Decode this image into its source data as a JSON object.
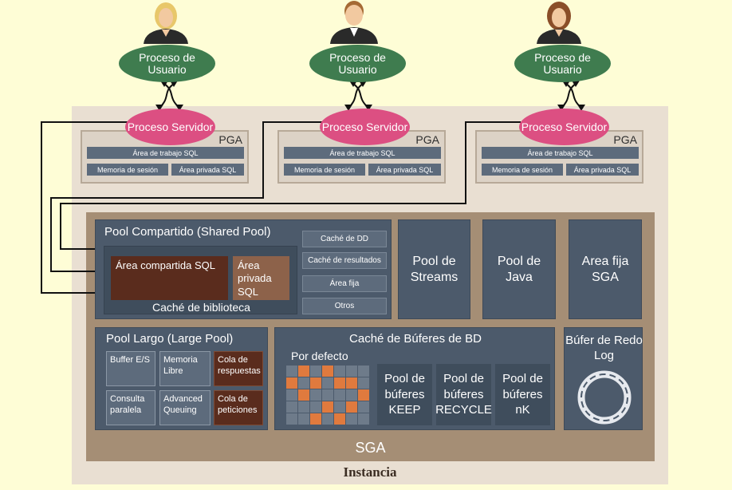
{
  "users": [
    {
      "proceso_usuario": "Proceso de Usuario",
      "proceso_servidor": "Proceso Servidor"
    },
    {
      "proceso_usuario": "Proceso de Usuario",
      "proceso_servidor": "Proceso Servidor"
    },
    {
      "proceso_usuario": "Proceso de Usuario",
      "proceso_servidor": "Proceso Servidor"
    }
  ],
  "pga": {
    "label": "PGA",
    "area_trabajo": "Área de trabajo SQL",
    "memoria_sesion": "Memoria de sesión",
    "area_privada": "Área privada SQL"
  },
  "shared_pool": {
    "title": "Pool Compartido (Shared Pool)",
    "area_compartida": "Área compartida SQL",
    "area_privada": "Área privada SQL",
    "cache_biblioteca": "Caché de biblioteca",
    "cache_dd": "Caché de DD",
    "cache_resultados": "Caché de resultados",
    "area_fija": "Área fija",
    "otros": "Otros"
  },
  "pool_streams": "Pool de Streams",
  "pool_java": "Pool de Java",
  "area_fija_sga": "Area fija SGA",
  "large_pool": {
    "title": "Pool Largo (Large Pool)",
    "buffer_es": "Buffer E/S",
    "memoria_libre": "Memoria Libre",
    "cola_respuestas": "Cola de respuestas",
    "consulta_paralela": "Consulta paralela",
    "advanced_queuing": "Advanced Queuing",
    "cola_peticiones": "Cola de peticiones"
  },
  "buffer_cache": {
    "title": "Caché de Búferes de BD",
    "por_defecto": "Por defecto",
    "keep": "Pool de búferes KEEP",
    "recycle": "Pool de búferes RECYCLE",
    "nk": "Pool de búferes nK"
  },
  "redo_log": "Búfer de Redo Log",
  "sga_label": "SGA",
  "instancia_label": "Instancia"
}
